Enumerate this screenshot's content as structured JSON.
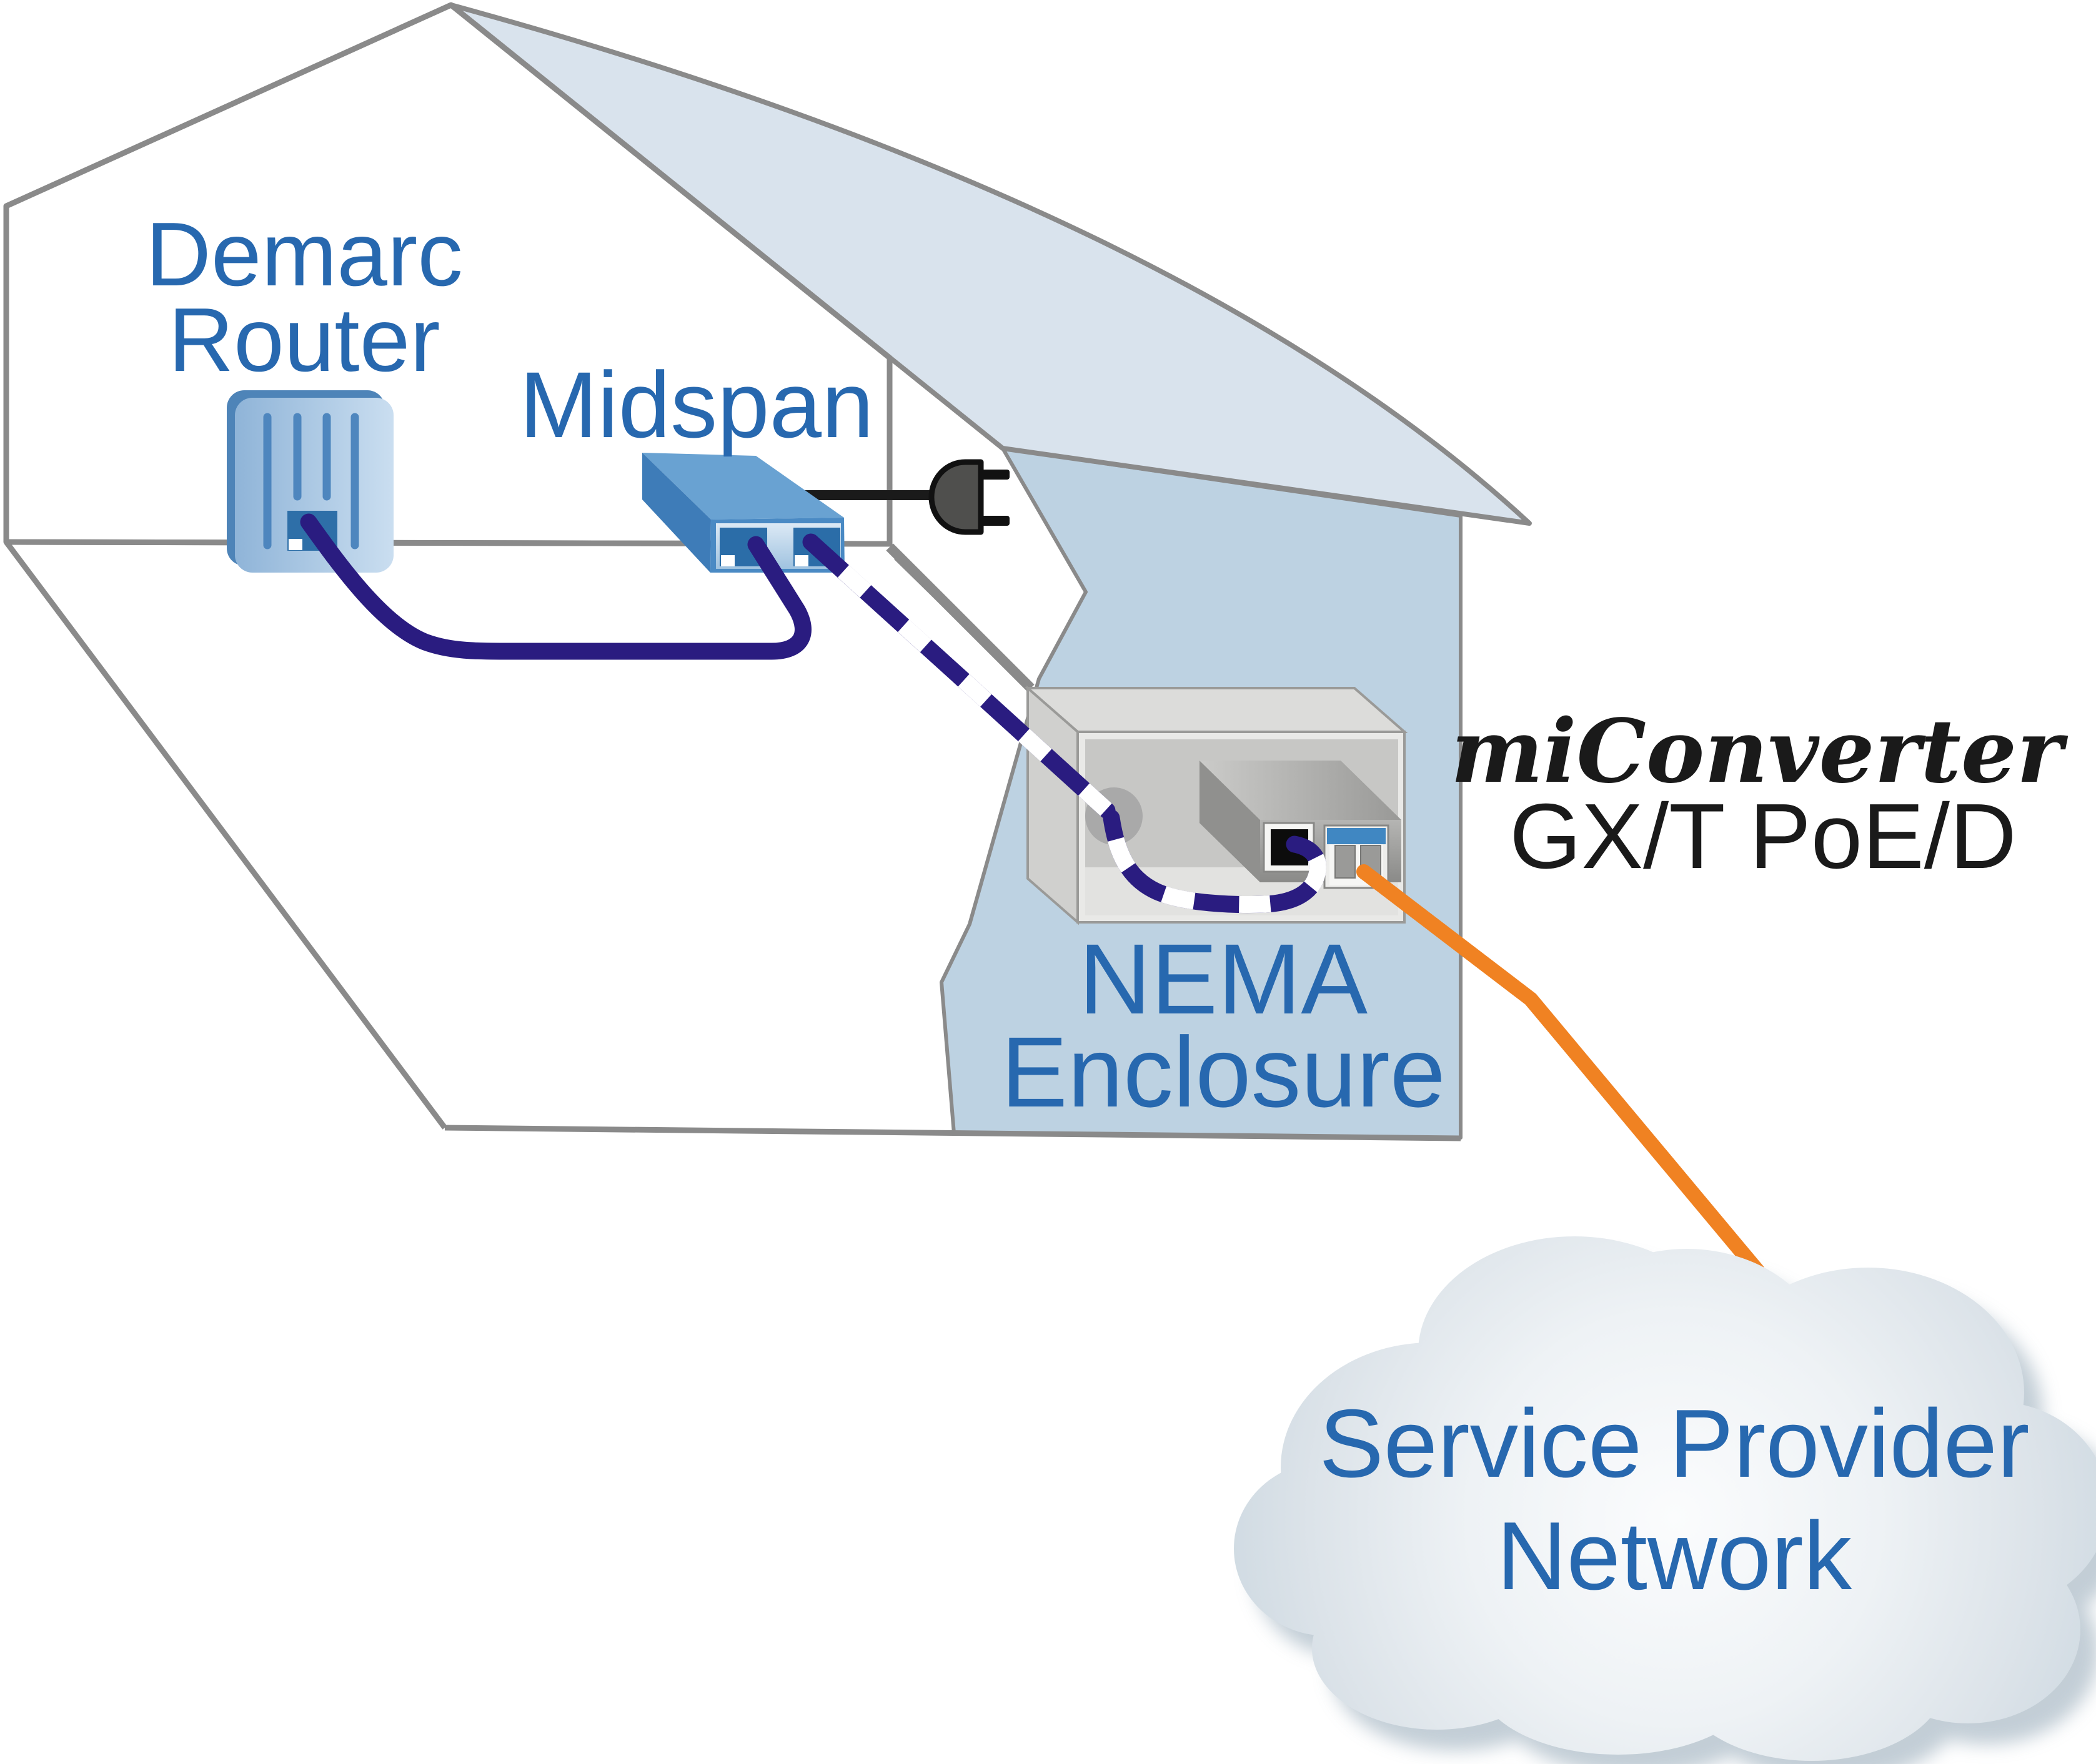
{
  "diagram": {
    "type": "network-topology-illustration",
    "labels": {
      "demarc_router": {
        "line1": "Demarc",
        "line2": "Router"
      },
      "midspan": "Midspan",
      "nema_enclosure": {
        "line1": "NEMA",
        "line2": "Enclosure"
      },
      "device_title": {
        "line1": "miConverter",
        "line2": "GX/T PoE/D"
      },
      "cloud": {
        "line1": "Service Provider",
        "line2": "Network"
      }
    },
    "icons": {
      "power-plug-icon": "two-prong AC plug shape",
      "cloud-icon": "bumpy network cloud shape",
      "rj45-port-icon": "square jack with notch",
      "lc-fiber-port-icon": "duplex fiber connector"
    },
    "colors": {
      "label_blue": "#2768AF",
      "outline_gray": "#8A8A8A",
      "roof_fill": "#D9E3ED",
      "wall_fill": "#BDD2E2",
      "house_fill": "#FFFFFF",
      "cable_navy": "#2A1C80",
      "stripe_white": "#FFFFFF",
      "fiber_orange": "#F08222",
      "device_blue": "#4A8AC4",
      "enclosure_gray": "#E9E9E7",
      "plug_black": "#1A1A1A",
      "text_black": "#1A1A1A"
    }
  }
}
